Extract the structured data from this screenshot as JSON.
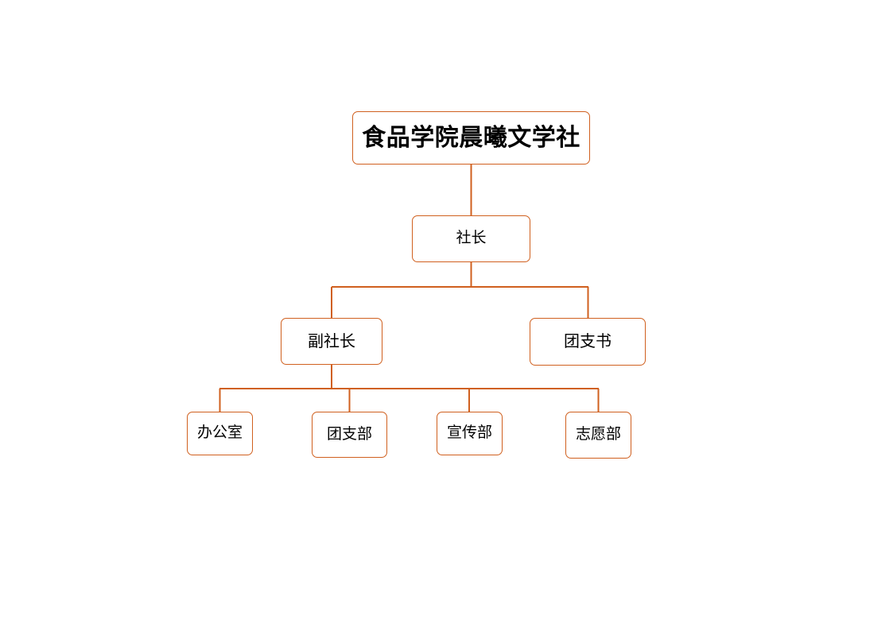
{
  "diagram": {
    "type": "organization-chart",
    "title": "食品学院晨曦文学社",
    "background_color": "#FFFFFF",
    "line_color": "#D0601F",
    "box_border_color": "#D0601F",
    "box_fill_color": "#FFFFFF",
    "text_color": "#000000"
  },
  "nodes": {
    "root": {
      "label": "食品学院晨曦文学社",
      "level": 0
    },
    "president": {
      "label": "社长",
      "level": 1
    },
    "vice_president": {
      "label": "副社长",
      "level": 2
    },
    "league_secretary": {
      "label": "团支书",
      "level": 2
    },
    "departments": [
      {
        "label": "办公室",
        "level": 3
      },
      {
        "label": "团支部",
        "level": 3
      },
      {
        "label": "宣传部",
        "level": 3
      },
      {
        "label": "志愿部",
        "level": 3
      }
    ]
  }
}
